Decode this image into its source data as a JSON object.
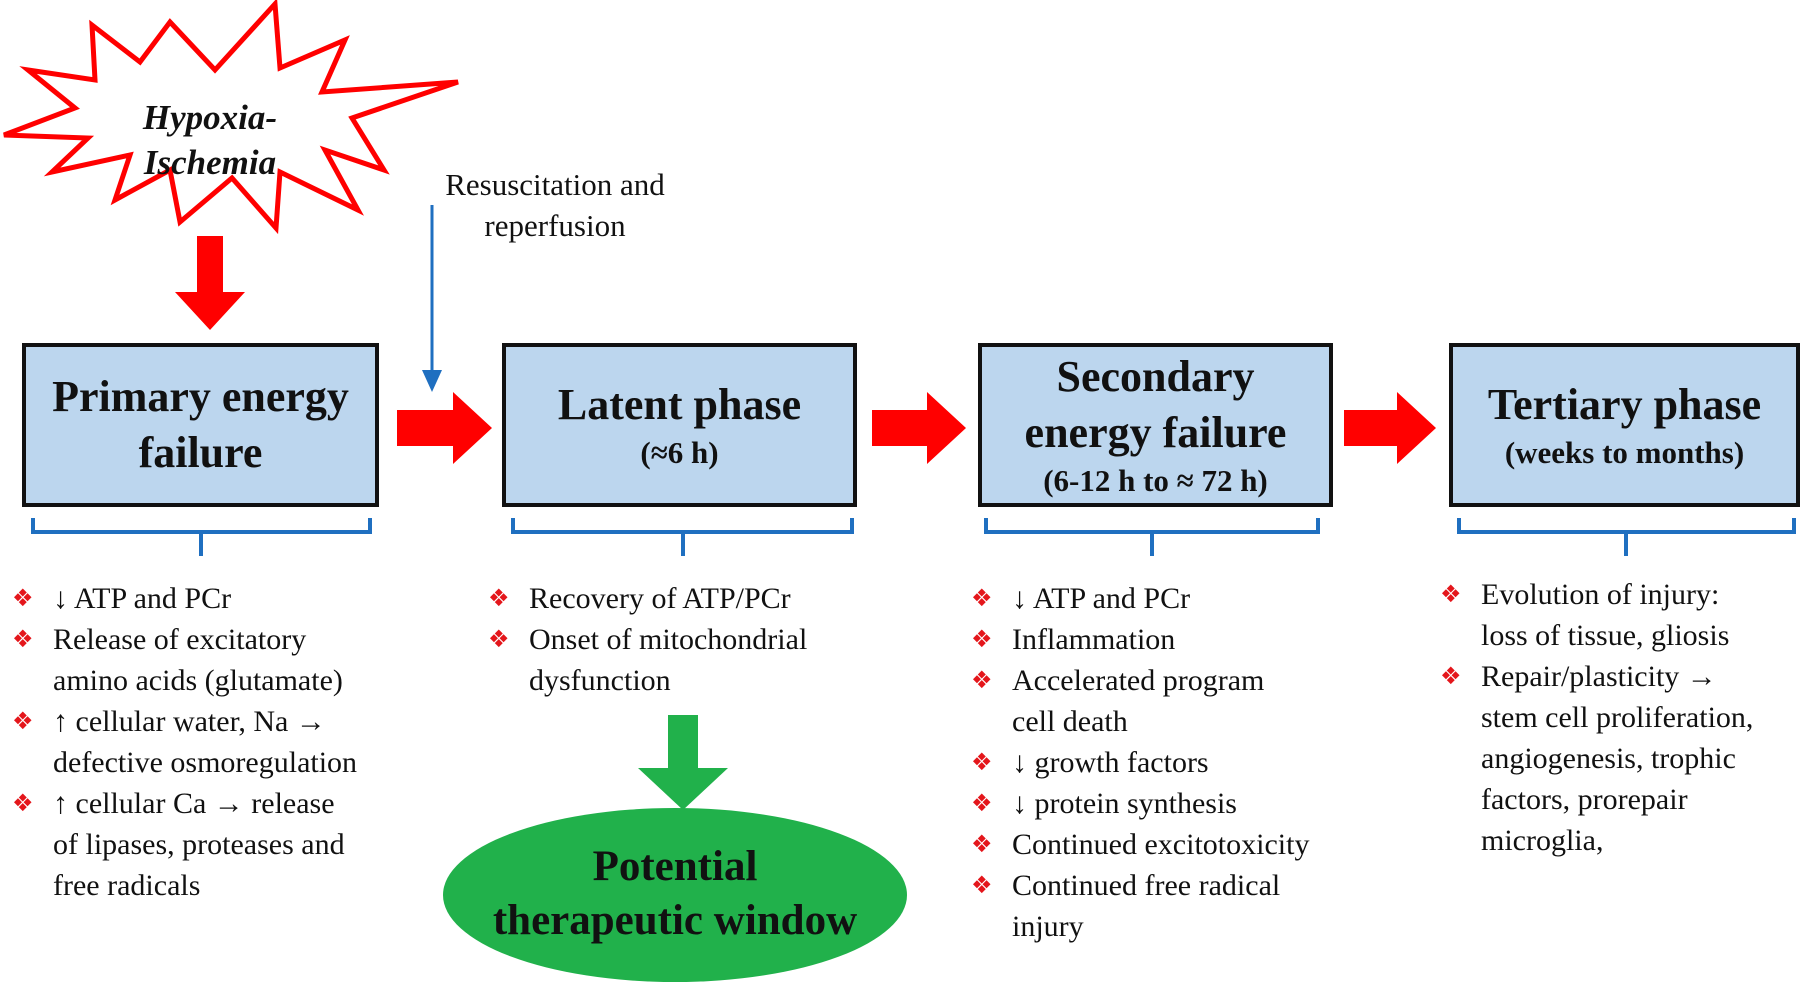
{
  "trigger": {
    "label": "Hypoxia-\nIschemia"
  },
  "resuscitation": {
    "label": "Resuscitation and\nreperfusion"
  },
  "phases": [
    {
      "title": "Primary energy\nfailure",
      "subtitle": "",
      "bullets": [
        "↓ ATP and PCr",
        "Release of excitatory\namino acids (glutamate)",
        "↑ cellular water, Na →\ndefective osmoregulation",
        "↑ cellular Ca → release\nof lipases, proteases and\nfree radicals"
      ]
    },
    {
      "title": "Latent phase",
      "subtitle": "(≈6 h)",
      "bullets": [
        "Recovery of ATP/PCr",
        "Onset of mitochondrial\ndysfunction"
      ]
    },
    {
      "title": "Secondary\nenergy failure",
      "subtitle": "(6-12 h to ≈ 72 h)",
      "bullets": [
        "↓ ATP and PCr",
        "Inflammation",
        "Accelerated program\ncell death",
        "↓ growth factors",
        "↓ protein synthesis",
        "Continued excitotoxicity",
        "Continued free radical\ninjury"
      ]
    },
    {
      "title": "Tertiary phase",
      "subtitle": "(weeks to months)",
      "bullets": [
        "Evolution of injury:\nloss of tissue, gliosis",
        "Repair/plasticity →\nstem cell proliferation,\nangiogenesis, trophic\nfactors, prorepair\nmicroglia,"
      ]
    }
  ],
  "therapeutic_window": {
    "label": "Potential\ntherapeutic window"
  },
  "bullet_glyph": "❖",
  "colors": {
    "box_fill": "#bcd6ee",
    "box_border": "#111111",
    "flow_arrow": "#ff0000",
    "bracket": "#1f6fc0",
    "resus_arrow": "#1f6fc0",
    "window_fill": "#21b14b",
    "bullet": "#e4161b",
    "starburst_stroke": "#ff0000"
  }
}
